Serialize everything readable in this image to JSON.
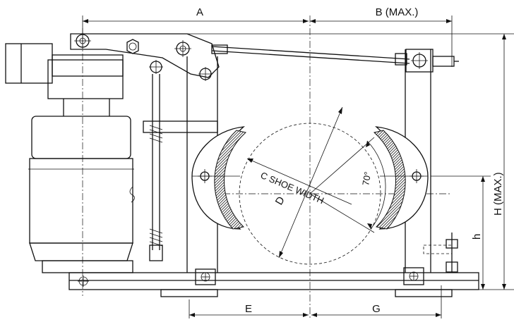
{
  "labels": {
    "a": "A",
    "b": "B (MAX.)",
    "c": "C SHOE WIDTH",
    "d": "D",
    "e": "E",
    "g": "G",
    "h_max": "H (MAX.)",
    "h": "h",
    "angle": "70°"
  },
  "colors": {
    "line": "#111111",
    "background": "#ffffff",
    "lining": "#555555"
  }
}
